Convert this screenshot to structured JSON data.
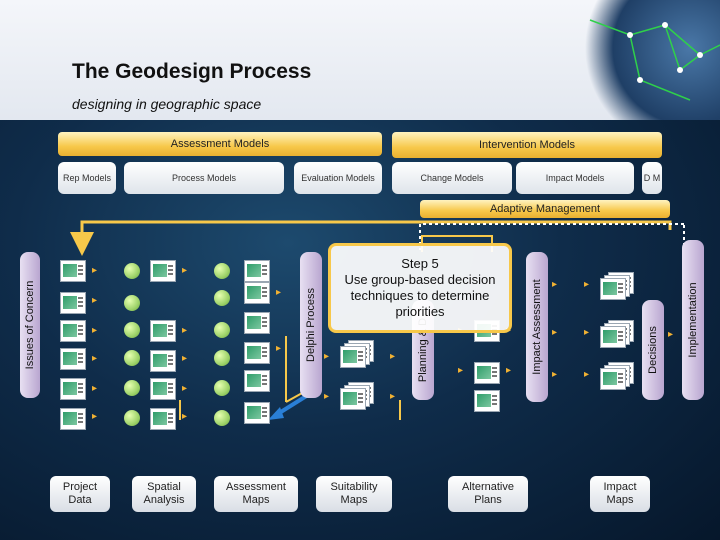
{
  "header": {
    "title": "The Geodesign Process",
    "subtitle": "designing in geographic space"
  },
  "top_bands": {
    "assessment": "Assessment Models",
    "intervention": "Intervention Models",
    "adaptive": "Adaptive Management"
  },
  "model_boxes": {
    "rep": "Rep Models",
    "process": "Process Models",
    "evaluation": "Evaluation Models",
    "change": "Change Models",
    "impact": "Impact Models",
    "dm": "D M"
  },
  "vertical_bars": {
    "issues": "Issues of Concern",
    "delphi": "Delphi Process",
    "planning": "Planning & D",
    "impact_assessment": "Impact Assessment",
    "decisions": "Decisions",
    "implementation": "Implementation"
  },
  "callout": {
    "heading": "Step 5",
    "body": "Use group-based decision techniques to determine priorities"
  },
  "bottom_labels": {
    "project_data": "Project Data",
    "spatial_analysis": "Spatial Analysis",
    "assessment_maps": "Assessment Maps",
    "suitability_maps": "Suitability Maps",
    "alternative_plans": "Alternative Plans",
    "impact_maps": "Impact Maps"
  },
  "colors": {
    "accent_gold": "#f7c84a",
    "background_blue": "#0f2c4a",
    "bar_lavender": "#b9a6d0",
    "highlight_blue": "#2a7fd6"
  }
}
